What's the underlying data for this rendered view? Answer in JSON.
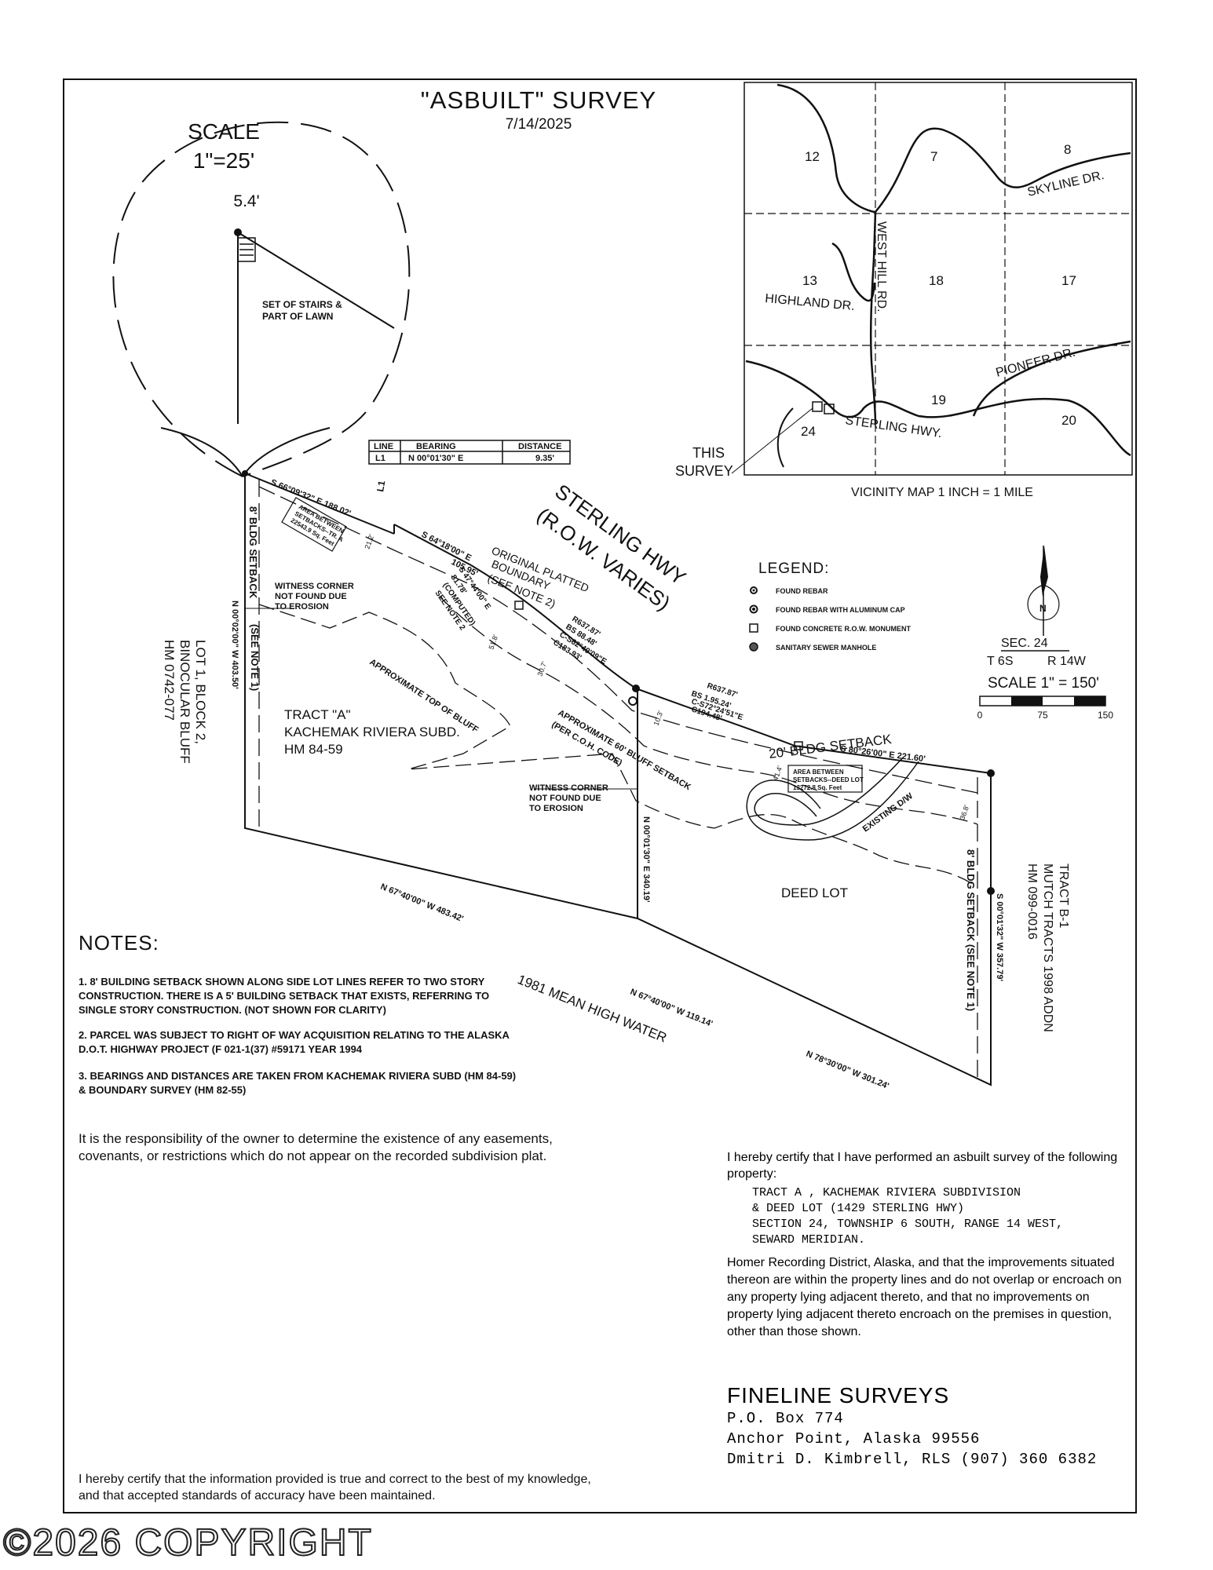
{
  "title": "\"ASBUILT\" SURVEY",
  "date": "7/14/2025",
  "detail": {
    "scale_title": "SCALE",
    "scale_value": "1\"=25'",
    "dimension": "5.4'",
    "note": [
      "SET OF STAIRS &",
      "PART OF  LAWN"
    ]
  },
  "line_table": {
    "headers": [
      "LINE",
      "BEARING",
      "DISTANCE"
    ],
    "rows": [
      [
        "L1",
        "N 00°01'30\" E",
        "9.35'"
      ]
    ]
  },
  "vicinity_map": {
    "sections": [
      "12",
      "7",
      "8",
      "13",
      "18",
      "17",
      "24",
      "19",
      "20"
    ],
    "roads": [
      "SKYLINE DR.",
      "WEST HILL RD.",
      "HIGHLAND DR.",
      "PIONEER DR.",
      "STERLING HWY."
    ],
    "this_survey": [
      "THIS",
      "SURVEY"
    ],
    "caption": "VICINITY MAP  1 INCH = 1 MILE"
  },
  "legend": {
    "title": "LEGEND:",
    "items": [
      "FOUND REBAR",
      "FOUND REBAR WITH ALUMINUM CAP",
      "FOUND CONCRETE R.O.W. MONUMENT",
      "SANITARY SEWER MANHOLE"
    ]
  },
  "section_info": {
    "sec": "SEC. 24",
    "township": "T 6S",
    "range": "R 14W",
    "scale": "SCALE 1\" = 150'",
    "bar_labels": [
      "0",
      "75",
      "150"
    ]
  },
  "north_label": "N",
  "plat": {
    "highway": [
      "STERLING HWY",
      "(R.O.W. VARIES)"
    ],
    "west_parcel": [
      "LOT 1, BLOCK 2,",
      "BINOCULAR BLUFF",
      "HM 0742-077"
    ],
    "east_parcel": [
      "TRACT B-1",
      "MUTCH TRACTS 1998 ADDN",
      "HM 099-0016"
    ],
    "tract_a": [
      "TRACT \"A\"",
      "KACHEMAK RIVIERA SUBD.",
      "HM 84-59"
    ],
    "deed_lot": "DEED LOT",
    "original_boundary": [
      "ORIGINAL PLATTED",
      "BOUNDARY",
      "(SEE NOTE 2)"
    ],
    "witness_1": [
      "WITNESS CORNER",
      "NOT FOUND DUE",
      "TO EROSION"
    ],
    "witness_2": [
      "WITNESS CORNER",
      "NOT FOUND DUE",
      "TO EROSION"
    ],
    "top_of_bluff": "APPROXIMATE TOP OF BLUFF",
    "bluff_setback": [
      "APPROXIMATE 60' BLUFF SETBACK",
      "(PER C.O.H. CODE)"
    ],
    "area_a": [
      "AREA BETWEEN",
      "SETBACKS--TR. A",
      "22543.9 Sq. Feet"
    ],
    "area_deed": [
      "AREA BETWEEN",
      "SETBACKS--DEED LOT",
      "13272.8 Sq. Feet"
    ],
    "bldg_setback_20": "20' BLDG SETBACK",
    "bldg_setback_8_west": "8' BLDG SETBACK",
    "bldg_setback_8_east": "8' BLDG SETBACK (SEE NOTE 1)",
    "see_note_1": "(SEE NOTE 1)",
    "existing_dw": "EXISTING D/W",
    "mean_high_water": "1981 MEAN HIGH WATER",
    "l1": "L1",
    "bearings": {
      "b1": "S 66°09'32\" E   188.02'",
      "b2": "S 64°18'00\" E",
      "b2d": "105.95'",
      "b3": "S 80°26'00\" E   221.60'",
      "b4": "N 00°02'00\" W   403.50'",
      "b5": "N 00°01'30\" E   340.19'",
      "b6": "S 00°01'32\" W   357.79'",
      "b7": "N 67°40'00\" W   483.42'",
      "b8": "N 67°40'00\" W   119.14'",
      "b9": "N 78°30'00\" W   301.24'",
      "b10": [
        "S 47°44'00\" E",
        "81.78'",
        "(COMPUTED)",
        "SEE NOTE 2"
      ],
      "curve1": [
        "R637.87'",
        "BS 88.48'",
        "C-S62°49'09\"E",
        "C183.93'"
      ],
      "curve2": [
        "R637.87'",
        "BS 1.95.24'",
        "C-S72°24'51\"E",
        "C194.48'"
      ]
    },
    "dims": [
      "21.2'",
      "51.8'",
      "30.7'",
      "10.3'",
      "41.4'",
      "36.8'"
    ]
  },
  "notes": {
    "title": "NOTES:",
    "items": [
      "1.  8' BUILDING SETBACK SHOWN ALONG SIDE LOT LINES REFER TO TWO STORY CONSTRUCTION.  THERE IS A 5' BUILDING SETBACK THAT EXISTS, REFERRING TO SINGLE STORY CONSTRUCTION. (NOT SHOWN FOR CLARITY)",
      "2. PARCEL WAS SUBJECT TO RIGHT OF WAY ACQUISITION RELATING TO THE ALASKA D.O.T. HIGHWAY PROJECT (F 021-1(37) #59171  YEAR 1994",
      "3.  BEARINGS AND DISTANCES ARE TAKEN FROM KACHEMAK RIVIERA SUBD (HM 84-59) & BOUNDARY SURVEY (HM 82-55)"
    ]
  },
  "disclaimer": "It is the responsibility of the owner to determine the existence of any easements, covenants, or restrictions which do not appear on the recorded subdivision plat.",
  "surveyor_cert": "I hereby certify that I have performed an asbuilt survey of the following property:",
  "property": [
    "TRACT A , KACHEMAK RIVIERA SUBDIVISION",
    "& DEED LOT (1429 STERLING HWY)",
    "SECTION 24, TOWNSHIP 6 SOUTH, RANGE 14 WEST,",
    "SEWARD MERIDIAN."
  ],
  "surveyor_cert_cont": "Homer Recording District, Alaska,  and that the improvements situated thereon are within the property lines and do not overlap or encroach on any property lying adjacent thereto, and that no improvements on property lying adjacent thereto encroach on the premises in question, other than those shown.",
  "owner_cert": "I hereby certify that the information provided is true and correct to the best of my knowledge, and that accepted standards of accuracy have been maintained.",
  "firm": {
    "name": "FINELINE SURVEYS",
    "lines": [
      "P.O. Box 774",
      "Anchor Point, Alaska   99556",
      "Dmitri D. Kimbrell, RLS   (907) 360 6382"
    ]
  },
  "watermark": "©2026 COPYRIGHT"
}
